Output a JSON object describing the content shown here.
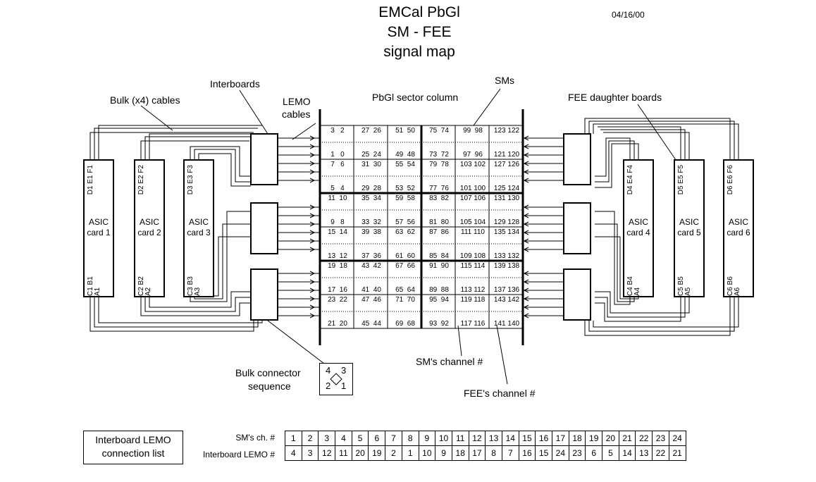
{
  "title": {
    "line1": "EMCal  PbGl",
    "line2": "SM - FEE",
    "line3": "signal map"
  },
  "date": "04/16/00",
  "labels": {
    "bulk_cables": "Bulk (x4) cables",
    "interboards": "Interboards",
    "lemo_line1": "LEMO",
    "lemo_line2": "cables",
    "sector_column": "PbGl sector column",
    "sms": "SMs",
    "fee_daughter": "FEE daughter boards",
    "sm_channel": "SM's channel #",
    "fee_channel": "FEE's channel #",
    "bulk_conn_line1": "Bulk connector",
    "bulk_conn_line2": "sequence"
  },
  "bulk_seq": {
    "tl": "4",
    "tr": "3",
    "bl": "2",
    "br": "1"
  },
  "asic_cards": [
    {
      "label1": "ASIC",
      "label2": "card 1",
      "top_pins": "D1 E1 F1",
      "bot_pins": "C1 B1 A1"
    },
    {
      "label1": "ASIC",
      "label2": "card 2",
      "top_pins": "D2 E2 F2",
      "bot_pins": "C2 B2 A2"
    },
    {
      "label1": "ASIC",
      "label2": "card 3",
      "top_pins": "D3 E3 F3",
      "bot_pins": "C3 B3 A3"
    },
    {
      "label1": "ASIC",
      "label2": "card 4",
      "top_pins": "D4 E4 F4",
      "bot_pins": "C4 B4 A4"
    },
    {
      "label1": "ASIC",
      "label2": "card 5",
      "top_pins": "D5 E5 F5",
      "bot_pins": "C5 B5 A5"
    },
    {
      "label1": "ASIC",
      "label2": "card 6",
      "top_pins": "D6 E6 F6",
      "bot_pins": "C6 B6 A6"
    }
  ],
  "sm_grid": {
    "rows": [
      [
        "3   2",
        "27  26",
        "51  50",
        "75  74",
        "99  98",
        "123 122"
      ],
      [
        "1   0",
        "25  24",
        "49  48",
        "73  72",
        "97  96",
        "121 120"
      ],
      [
        "7   6",
        "31  30",
        "55  54",
        "79  78",
        "103 102",
        "127 126"
      ],
      [
        "5   4",
        "29  28",
        "53  52",
        "77  76",
        "101 100",
        "125 124"
      ],
      [
        "11  10",
        "35  34",
        "59  58",
        "83  82",
        "107 106",
        "131 130"
      ],
      [
        "9   8",
        "33  32",
        "57  56",
        "81  80",
        "105 104",
        "129 128"
      ],
      [
        "15  14",
        "39  38",
        "63  62",
        "87  86",
        "111 110",
        "135 134"
      ],
      [
        "13  12",
        "37  36",
        "61  60",
        "85  84",
        "109 108",
        "133 132"
      ],
      [
        "19  18",
        "43  42",
        "67  66",
        "91  90",
        "115 114",
        "139 138"
      ],
      [
        "17  16",
        "41  40",
        "65  64",
        "89  88",
        "113 112",
        "137 136"
      ],
      [
        "23  22",
        "47  46",
        "71  70",
        "95  94",
        "119 118",
        "143 142"
      ],
      [
        "21  20",
        "45  44",
        "69  68",
        "93  92",
        "117 116",
        "141 140"
      ]
    ]
  },
  "legend": {
    "line1": "Interboard LEMO",
    "line2": "connection list"
  },
  "conn_table": {
    "row1_label": "SM's ch. #",
    "row2_label": "Interboard LEMO #",
    "sm_ch": [
      "1",
      "2",
      "3",
      "4",
      "5",
      "6",
      "7",
      "8",
      "9",
      "10",
      "11",
      "12",
      "13",
      "14",
      "15",
      "16",
      "17",
      "18",
      "19",
      "20",
      "21",
      "22",
      "23",
      "24"
    ],
    "lemo": [
      "4",
      "3",
      "12",
      "11",
      "20",
      "19",
      "2",
      "1",
      "10",
      "9",
      "18",
      "17",
      "8",
      "7",
      "16",
      "15",
      "24",
      "23",
      "6",
      "5",
      "14",
      "13",
      "22",
      "21"
    ]
  }
}
